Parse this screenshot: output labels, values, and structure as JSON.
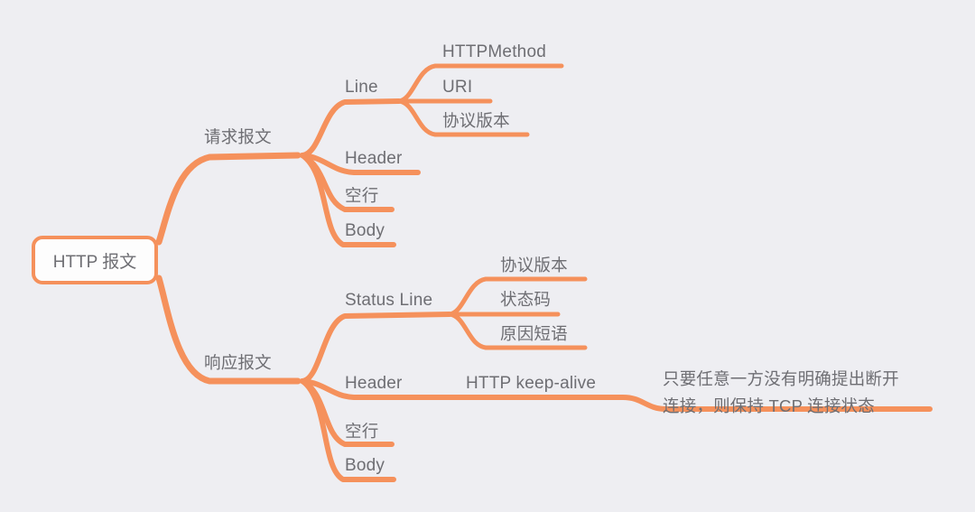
{
  "diagram": {
    "type": "mind-map",
    "title": "HTTP 报文",
    "background_color": "#eeeef2",
    "line_color": "#f5915c",
    "text_color": "#6e6e73",
    "root": {
      "label": "HTTP 报文"
    },
    "branches": [
      {
        "label": "请求报文",
        "children": [
          {
            "label": "Line",
            "children": [
              {
                "label": "HTTPMethod"
              },
              {
                "label": "URI"
              },
              {
                "label": "协议版本"
              }
            ]
          },
          {
            "label": "Header"
          },
          {
            "label": "空行"
          },
          {
            "label": "Body"
          }
        ]
      },
      {
        "label": "响应报文",
        "children": [
          {
            "label": "Status Line",
            "children": [
              {
                "label": "协议版本"
              },
              {
                "label": "状态码"
              },
              {
                "label": "原因短语"
              }
            ]
          },
          {
            "label": "Header",
            "children": [
              {
                "label": "HTTP keep-alive",
                "children": [
                  {
                    "label": "只要任意一方没有明确提出断开\n连接，则保持 TCP 连接状态"
                  }
                ]
              }
            ]
          },
          {
            "label": "空行"
          },
          {
            "label": "Body"
          }
        ]
      }
    ]
  },
  "labels": {
    "root": "HTTP 报文",
    "request": "请求报文",
    "request_line": "Line",
    "request_line_method": "HTTPMethod",
    "request_line_uri": "URI",
    "request_line_version": "协议版本",
    "request_header": "Header",
    "request_blank": "空行",
    "request_body": "Body",
    "response": "响应报文",
    "response_status_line": "Status Line",
    "response_status_version": "协议版本",
    "response_status_code": "状态码",
    "response_status_phrase": "原因短语",
    "response_header": "Header",
    "response_keepalive": "HTTP keep-alive",
    "response_keepalive_note": "只要任意一方没有明确提出断开\n连接，则保持 TCP 连接状态",
    "response_blank": "空行",
    "response_body": "Body"
  }
}
